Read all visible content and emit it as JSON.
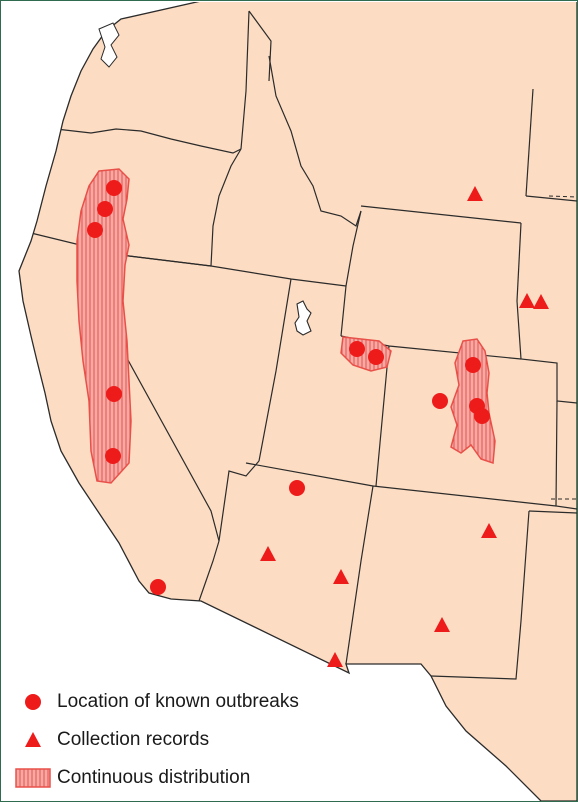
{
  "legend": {
    "outbreaks_label": "Location of known outbreaks",
    "collections_label": "Collection records",
    "distribution_label": "Continuous distribution"
  },
  "colors": {
    "land": "#fcdcc2",
    "border": "#2b2b2b",
    "marker": "#ee1b1b",
    "distribution_fill": "#f39a96",
    "distribution_hatch": "#e8504a",
    "frame": "#2f6b4f"
  },
  "icons": {
    "outbreak": "filled-circle",
    "collection": "filled-triangle",
    "distribution": "hatched-rectangle"
  }
}
